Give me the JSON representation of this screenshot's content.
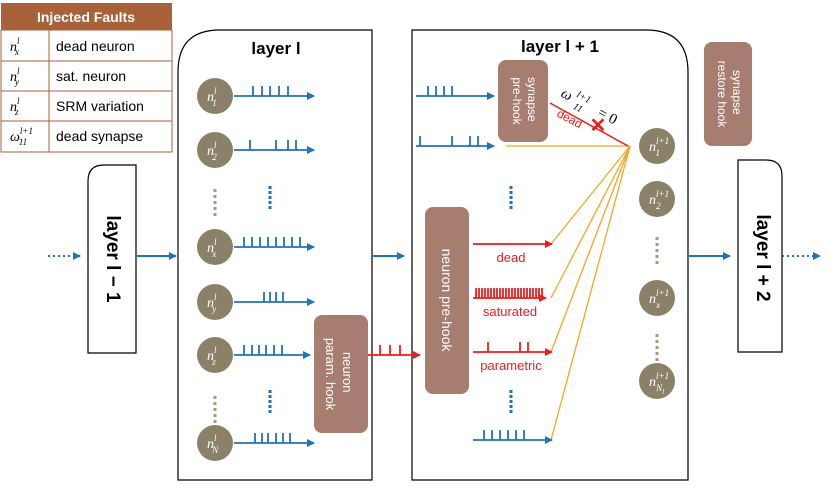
{
  "fault_table": {
    "title": "Injected Faults",
    "rows": [
      {
        "symbol_base": "n",
        "symbol_sup": "l",
        "symbol_sub": "x",
        "label": "dead neuron"
      },
      {
        "symbol_base": "n",
        "symbol_sup": "l",
        "symbol_sub": "y",
        "label": "sat. neuron"
      },
      {
        "symbol_base": "n",
        "symbol_sup": "l",
        "symbol_sub": "z",
        "label": "SRM variation"
      },
      {
        "symbol_base": "ω",
        "symbol_sup": "l+1",
        "symbol_sub": "11",
        "label": "dead synapse"
      }
    ]
  },
  "layers": {
    "prev": "layer l − 1",
    "current": "layer l",
    "next": "layer l + 1",
    "after": "layer l + 2"
  },
  "hooks": {
    "neuron_param": [
      "neuron",
      "param. hook"
    ],
    "synapse_pre": [
      "synapse",
      "pre-hook"
    ],
    "neuron_pre": "neuron pre-hook",
    "synapse_restore": [
      "synapse",
      "restore hook"
    ]
  },
  "layer_l_neurons": [
    {
      "base": "n",
      "sup": "l",
      "sub": "1"
    },
    {
      "base": "n",
      "sup": "l",
      "sub": "2"
    },
    {
      "base": "n",
      "sup": "l",
      "sub": "x"
    },
    {
      "base": "n",
      "sup": "l",
      "sub": "y"
    },
    {
      "base": "n",
      "sup": "l",
      "sub": "z"
    },
    {
      "base": "n",
      "sup": "l",
      "sub": "N"
    }
  ],
  "layer_next_neurons": [
    {
      "base": "n",
      "sup": "l+1",
      "sub": "1"
    },
    {
      "base": "n",
      "sup": "l+1",
      "sub": "2"
    },
    {
      "base": "n",
      "sup": "l+1",
      "sub": "x"
    },
    {
      "base": "n",
      "sup": "l+1",
      "sub": "N",
      "sub2": "l"
    }
  ],
  "fault_labels": {
    "dead": "dead",
    "saturated": "saturated",
    "parametric": "parametric",
    "synapse_dead": "dead",
    "weight_eq": "= 0",
    "weight_base": "ω",
    "weight_sup": "l+1",
    "weight_sub": "11"
  },
  "colors": {
    "neuron": "#8b8168",
    "hook": "#a77d70",
    "spike": "#1f73b7",
    "fault": "#ee1c1c",
    "synapse": "#f5a623",
    "table_header": "#a9613a",
    "dots": "#a49a82"
  }
}
